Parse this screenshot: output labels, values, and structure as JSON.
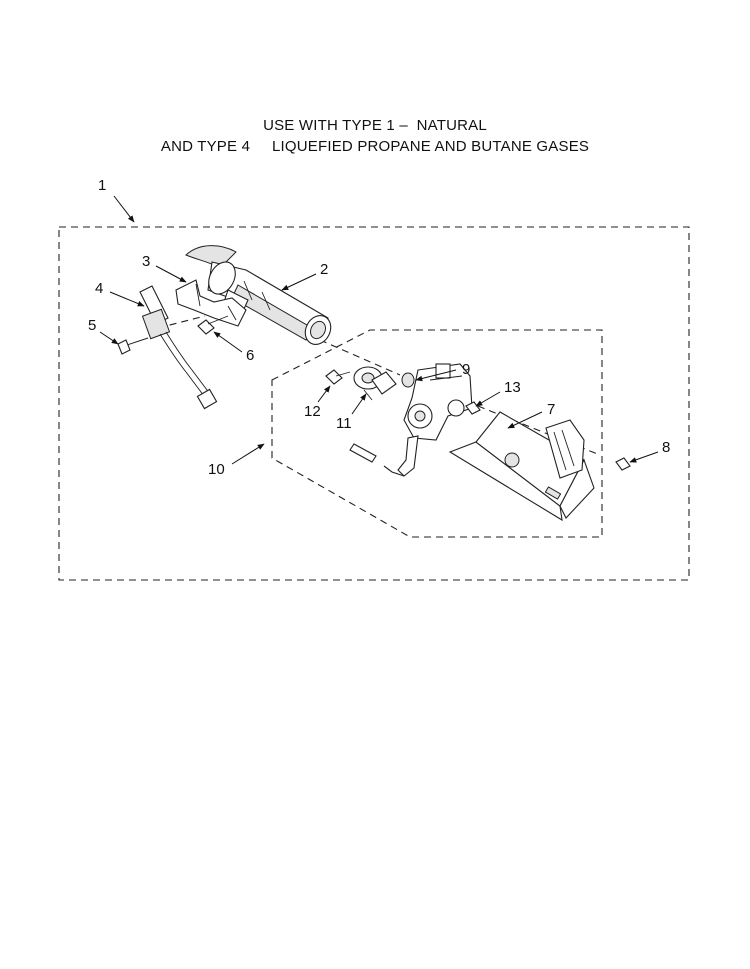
{
  "title": {
    "line1": "USE WITH TYPE 1 –  NATURAL",
    "line2": "AND TYPE 4     LIQUEFIED PROPANE AND BUTANE GASES"
  },
  "callouts": {
    "c1": "1",
    "c2": "2",
    "c3": "3",
    "c4": "4",
    "c5": "5",
    "c6": "6",
    "c7": "7",
    "c8": "8",
    "c9": "9",
    "c10": "10",
    "c11": "11",
    "c12": "12",
    "c13": "13"
  }
}
